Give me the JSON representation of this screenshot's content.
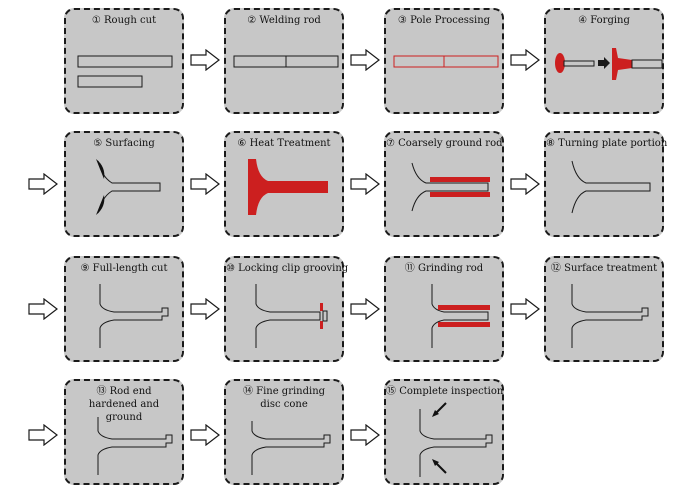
{
  "colors": {
    "box_fill": "#c7c7c7",
    "border": "#1a1a1a",
    "highlight": "#cc1f1f",
    "arrow_fill": "#ffffff"
  },
  "steps": [
    {
      "num": "①",
      "label": "Rough cut"
    },
    {
      "num": "②",
      "label": "Welding rod"
    },
    {
      "num": "③",
      "label": "Pole Processing"
    },
    {
      "num": "④",
      "label": "Forging"
    },
    {
      "num": "⑤",
      "label": "Surfacing"
    },
    {
      "num": "⑥",
      "label": "Heat Treatment"
    },
    {
      "num": "⑦",
      "label": "Coarsely ground rod"
    },
    {
      "num": "⑧",
      "label": "Turning plate portion"
    },
    {
      "num": "⑨",
      "label": "Full-length cut"
    },
    {
      "num": "⑩",
      "label": "Locking clip grooving"
    },
    {
      "num": "⑪",
      "label": "Grinding rod"
    },
    {
      "num": "⑫",
      "label": "Surface treatment"
    },
    {
      "num": "⑬",
      "label": "Rod end hardened and ground"
    },
    {
      "num": "⑭",
      "label": "Fine grinding disc cone"
    },
    {
      "num": "⑮",
      "label": "Complete inspection"
    }
  ]
}
